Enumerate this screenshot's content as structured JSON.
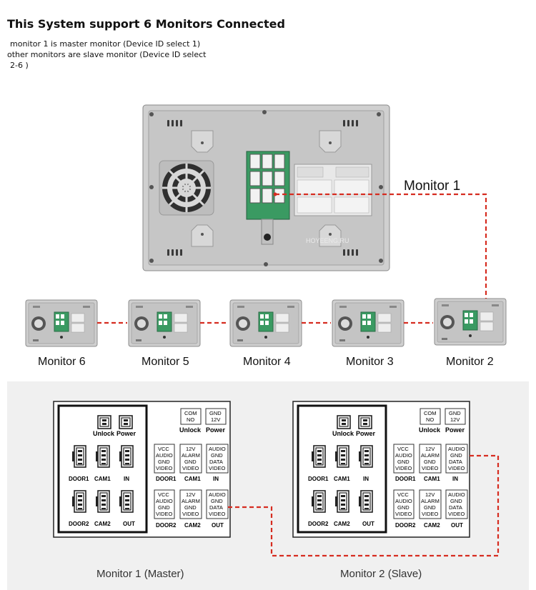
{
  "title": "This System support 6 Monitors Connected",
  "intro": {
    "line1": "monitor 1 is master monitor (Device ID select  1)",
    "line2": "other monitors are slave monitor  (Device ID select",
    "line3": "2-6 )"
  },
  "monitor1_label": "Monitor 1",
  "watermark": "HOYEENG.RU",
  "chain_labels": [
    "Monitor 6",
    "Monitor 5",
    "Monitor 4",
    "Monitor 3",
    "Monitor 2"
  ],
  "panels": [
    {
      "caption": "Monitor 1 (Master)",
      "unlock": "Unlock",
      "power": "Power",
      "door1": "DOOR1",
      "cam1": "CAM1",
      "in": "IN",
      "door2": "DOOR2",
      "cam2": "CAM2",
      "out": "OUT",
      "com_box": [
        "COM",
        "NO"
      ],
      "gnd_box": [
        "GND",
        "12V"
      ],
      "door1_box": [
        "VCC",
        "AUDIO",
        "GND",
        "VIDEO"
      ],
      "cam1_box": [
        "12V",
        "ALARM",
        "GND",
        "VIDEO"
      ],
      "in_box": [
        "AUDIO",
        "GND",
        "DATA",
        "VIDEO"
      ],
      "door2_box": [
        "VCC",
        "AUDIO",
        "GND",
        "VIDEO"
      ],
      "cam2_box": [
        "12V",
        "ALARM",
        "GND",
        "VIDEO"
      ],
      "out_box": [
        "AUDIO",
        "GND",
        "DATA",
        "VIDEO"
      ]
    },
    {
      "caption": "Monitor 2 (Slave)",
      "unlock": "Unlock",
      "power": "Power",
      "door1": "DOOR1",
      "cam1": "CAM1",
      "in": "IN",
      "door2": "DOOR2",
      "cam2": "CAM2",
      "out": "OUT",
      "com_box": [
        "COM",
        "NO"
      ],
      "gnd_box": [
        "GND",
        "12V"
      ],
      "door1_box": [
        "VCC",
        "AUDIO",
        "GND",
        "VIDEO"
      ],
      "cam1_box": [
        "12V",
        "ALARM",
        "GND",
        "VIDEO"
      ],
      "in_box": [
        "AUDIO",
        "GND",
        "DATA",
        "VIDEO"
      ],
      "door2_box": [
        "VCC",
        "AUDIO",
        "GND",
        "VIDEO"
      ],
      "cam2_box": [
        "12V",
        "ALARM",
        "GND",
        "VIDEO"
      ],
      "out_box": [
        "AUDIO",
        "GND",
        "DATA",
        "VIDEO"
      ]
    }
  ],
  "colors": {
    "wire": "#d62c20",
    "panel_bg": "#f0f0f0",
    "monitor_body": "#c9c9c9",
    "board": "#3a9a62"
  }
}
